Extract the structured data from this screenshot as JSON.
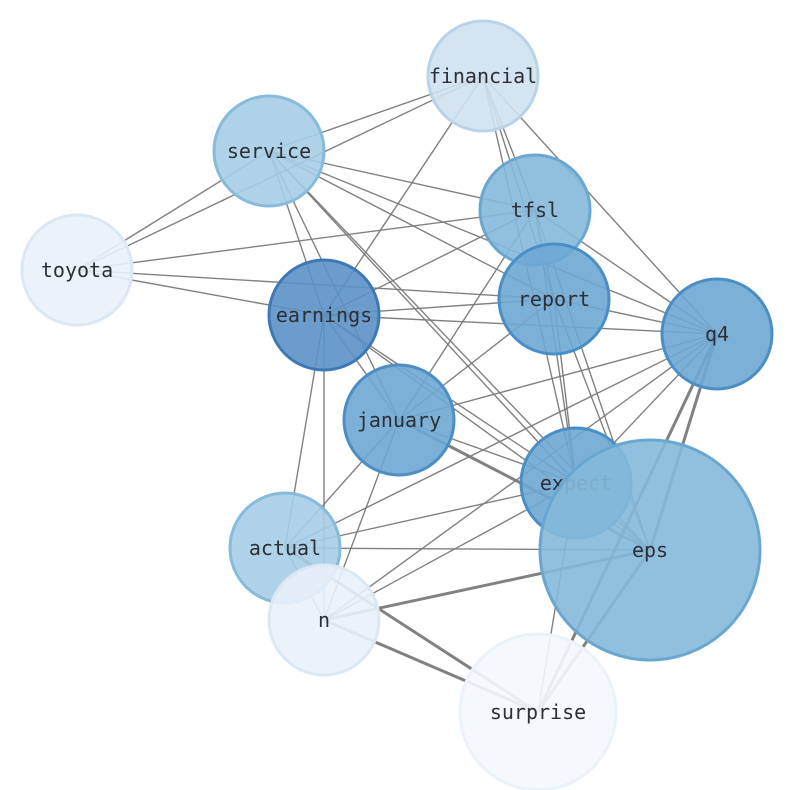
{
  "nodes": [
    {
      "id": "financial",
      "label": "financial",
      "color": "#cfe1f0"
    },
    {
      "id": "service",
      "label": "service",
      "color": "#a6cde5"
    },
    {
      "id": "tfsl",
      "label": "tfsl",
      "color": "#85b9da"
    },
    {
      "id": "toyota",
      "label": "toyota",
      "color": "#e9f1f9"
    },
    {
      "id": "report",
      "label": "report",
      "color": "#6ea7d3"
    },
    {
      "id": "earnings",
      "label": "earnings",
      "color": "#5b91c6"
    },
    {
      "id": "q4",
      "label": "q4",
      "color": "#6ea7d3"
    },
    {
      "id": "january",
      "label": "january",
      "color": "#6ea7d3"
    },
    {
      "id": "expect",
      "label": "expect",
      "color": "#6ea7d3"
    },
    {
      "id": "eps",
      "label": "eps",
      "color": "#85b9da"
    },
    {
      "id": "actual",
      "label": "actual",
      "color": "#a6cde5"
    },
    {
      "id": "n",
      "label": "n",
      "color": "#e9f1f9"
    },
    {
      "id": "surprise",
      "label": "surprise",
      "color": "#f4f8fd"
    }
  ],
  "edges": [
    [
      "financial",
      "service",
      1
    ],
    [
      "financial",
      "toyota",
      1
    ],
    [
      "financial",
      "earnings",
      1
    ],
    [
      "financial",
      "tfsl",
      1
    ],
    [
      "financial",
      "report",
      1
    ],
    [
      "financial",
      "q4",
      1
    ],
    [
      "financial",
      "expect",
      1
    ],
    [
      "service",
      "toyota",
      1
    ],
    [
      "service",
      "tfsl",
      1
    ],
    [
      "service",
      "report",
      1
    ],
    [
      "service",
      "q4",
      1
    ],
    [
      "service",
      "earnings",
      1
    ],
    [
      "service",
      "january",
      1
    ],
    [
      "service",
      "expect",
      1
    ],
    [
      "service",
      "eps",
      1
    ],
    [
      "toyota",
      "tfsl",
      1
    ],
    [
      "toyota",
      "report",
      1
    ],
    [
      "toyota",
      "earnings",
      1
    ],
    [
      "tfsl",
      "report",
      1
    ],
    [
      "tfsl",
      "q4",
      1
    ],
    [
      "tfsl",
      "earnings",
      1
    ],
    [
      "tfsl",
      "january",
      1
    ],
    [
      "tfsl",
      "expect",
      1
    ],
    [
      "tfsl",
      "eps",
      1
    ],
    [
      "report",
      "earnings",
      1
    ],
    [
      "report",
      "q4",
      1
    ],
    [
      "report",
      "january",
      1
    ],
    [
      "report",
      "expect",
      1
    ],
    [
      "report",
      "eps",
      1
    ],
    [
      "earnings",
      "q4",
      1
    ],
    [
      "earnings",
      "january",
      1
    ],
    [
      "earnings",
      "expect",
      1
    ],
    [
      "earnings",
      "eps",
      1
    ],
    [
      "earnings",
      "actual",
      1
    ],
    [
      "earnings",
      "n",
      1
    ],
    [
      "q4",
      "january",
      1
    ],
    [
      "q4",
      "expect",
      1
    ],
    [
      "q4",
      "eps",
      2
    ],
    [
      "q4",
      "actual",
      1
    ],
    [
      "q4",
      "n",
      1
    ],
    [
      "q4",
      "surprise",
      2
    ],
    [
      "january",
      "expect",
      1
    ],
    [
      "january",
      "eps",
      2
    ],
    [
      "january",
      "actual",
      1
    ],
    [
      "january",
      "n",
      1
    ],
    [
      "expect",
      "eps",
      1
    ],
    [
      "expect",
      "actual",
      1
    ],
    [
      "expect",
      "n",
      1
    ],
    [
      "expect",
      "surprise",
      1
    ],
    [
      "eps",
      "actual",
      1
    ],
    [
      "eps",
      "n",
      2
    ],
    [
      "eps",
      "surprise",
      2
    ],
    [
      "actual",
      "n",
      1
    ],
    [
      "actual",
      "surprise",
      2
    ],
    [
      "n",
      "surprise",
      2
    ]
  ]
}
